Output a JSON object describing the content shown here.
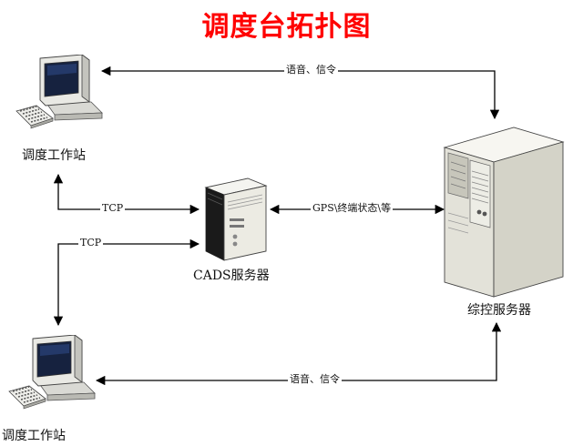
{
  "title": "调度台拓扑图",
  "colors": {
    "title": "#ff0000",
    "line": "#000000",
    "monitor_body": "#e9e9e4",
    "screen": "#16223f",
    "server_body": "#ecebe3"
  },
  "nodes": {
    "workstation_top": {
      "label": "调度工作站",
      "icon": "desktop-computer-icon"
    },
    "workstation_bottom": {
      "label": "调度工作站",
      "icon": "desktop-computer-icon"
    },
    "cads_server": {
      "label": "CADS服务器",
      "icon": "tower-server-icon"
    },
    "integrated_server": {
      "label": "综控服务器",
      "icon": "rack-server-icon"
    }
  },
  "edges": {
    "top_voice": "语音、信令",
    "tcp_top": "TCP",
    "gps": "GPS\\终端状态\\等",
    "tcp_bottom": "TCP",
    "bottom_voice": "语音、信令"
  }
}
